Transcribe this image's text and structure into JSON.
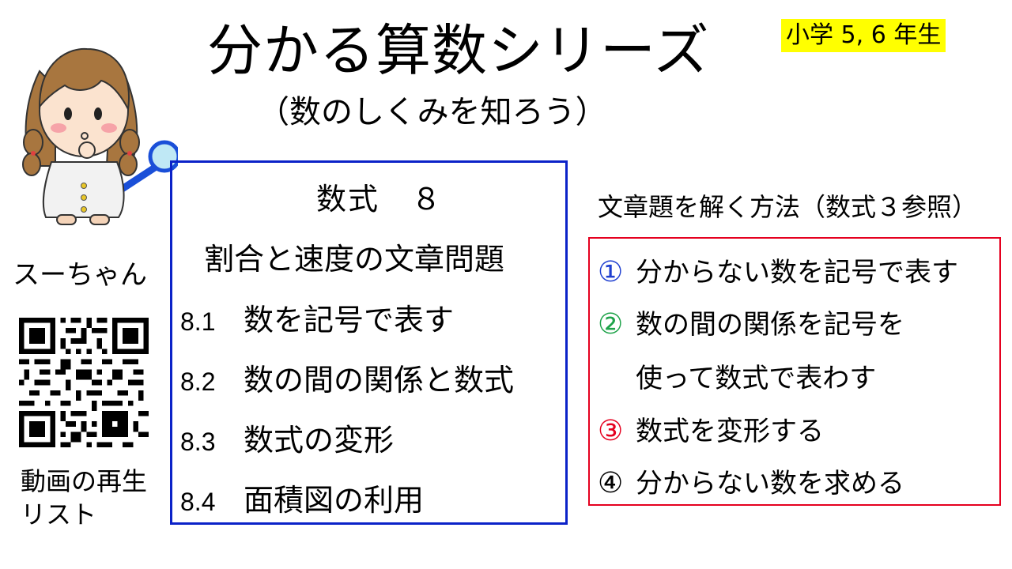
{
  "header": {
    "title": "分かる算数シリーズ",
    "subtitle": "（数のしくみを知ろう）",
    "grade_badge": "小学 5, 6 年生",
    "badge_color": "#ffff00"
  },
  "sidebar": {
    "character_name": "スーちゃん",
    "playlist_label": "動画の再生リスト"
  },
  "toc": {
    "heading": "数式　８",
    "subheading": "割合と速度の文章問題",
    "border_color": "#0b22c8",
    "items": [
      {
        "num": "8.1",
        "text": "数を記号で表す"
      },
      {
        "num": "8.2",
        "text": "数の間の関係と数式"
      },
      {
        "num": "8.3",
        "text": "数式の変形"
      },
      {
        "num": "8.4",
        "text": "面積図の利用"
      }
    ]
  },
  "method": {
    "title": "文章題を解く方法（数式３参照）",
    "border_color": "#e5001f",
    "steps": [
      {
        "marker": "①",
        "marker_color": "#1f3fd0",
        "text": "分からない数を記号で表す"
      },
      {
        "marker": "②",
        "marker_color": "#1fa34a",
        "text": "数の間の関係を記号を",
        "continuation": "使って数式で表わす"
      },
      {
        "marker": "③",
        "marker_color": "#e5001f",
        "text": "数式を変形する"
      },
      {
        "marker": "④",
        "marker_color": "#000000",
        "text": "分からない数を求める"
      }
    ]
  }
}
